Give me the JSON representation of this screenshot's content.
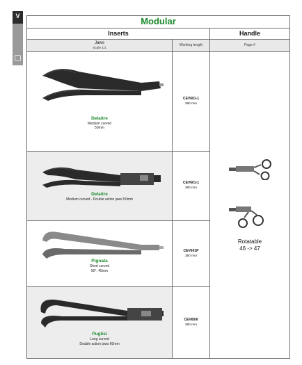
{
  "side_tab": {
    "label": "V"
  },
  "header": {
    "title": "Modular",
    "col_inserts": "Inserts",
    "col_handle": "Handle",
    "jaws_label": "Jaws",
    "scale_label": "Scale 1/1",
    "working_length_label": "Working length",
    "page_label": "Page #"
  },
  "rows": [
    {
      "name": "Delaitre",
      "desc1": "Medium curved",
      "desc2": "50mm",
      "ref": "CEV601-1",
      "length": "380 mm"
    },
    {
      "name": "Delaitre",
      "desc1": "Medium curved - Double action jaws 50mm",
      "desc2": "",
      "ref": "CEV601-1",
      "length": "380 mm"
    },
    {
      "name": "Pignata",
      "desc1": "Short curved",
      "desc2": "90°, 45mm",
      "ref": "CEV601P",
      "length": "380 mm"
    },
    {
      "name": "Puglisi",
      "desc1": "Long curved",
      "desc2": "Double action jaws 60mm",
      "ref": "CEV650I",
      "length": "380 mm"
    }
  ],
  "handle": {
    "rotatable": "Rotatable",
    "pages": "46 -> 47"
  },
  "colors": {
    "title_green": "#1d8a2c",
    "row_shade": "#ededed",
    "border": "#6e6e6e"
  }
}
